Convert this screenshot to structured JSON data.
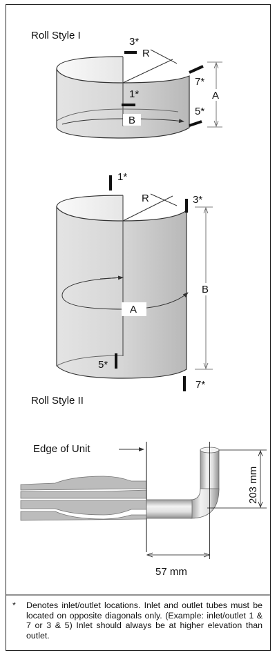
{
  "roll_style_1": {
    "title": "Roll Style I",
    "labels": {
      "p3": "3*",
      "p1": "1*",
      "p7": "7*",
      "p5": "5*",
      "r": "R",
      "a": "A",
      "b": "B"
    }
  },
  "roll_style_2": {
    "title": "Roll Style II",
    "labels": {
      "p1": "1*",
      "p3": "3*",
      "p5": "5*",
      "p7": "7*",
      "r": "R",
      "a": "A",
      "b": "B"
    }
  },
  "tube_detail": {
    "edge_label": "Edge of Unit",
    "height_dim": "203 mm",
    "width_dim": "57 mm"
  },
  "footnote": {
    "marker": "*",
    "text": "Denotes inlet/outlet locations. Inlet and outlet tubes must be located on opposite diagonals only. (Example: inlet/outlet 1 & 7 or 3 & 5)  Inlet should always be at higher elevation than outlet."
  }
}
